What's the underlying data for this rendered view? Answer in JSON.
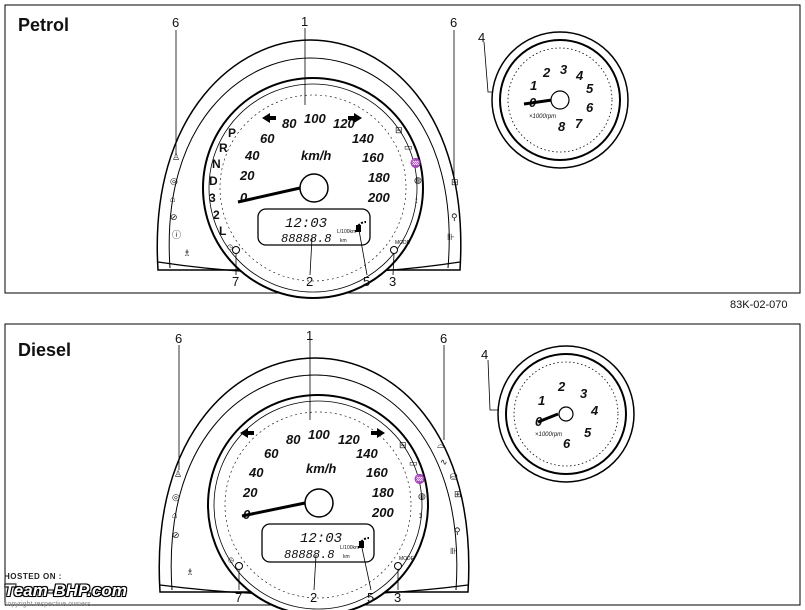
{
  "figure_code": "83K-02-070",
  "panels": [
    {
      "title": "Petrol",
      "callouts": [
        "1",
        "2",
        "3",
        "4",
        "5",
        "6",
        "6",
        "7"
      ],
      "speed_ticks": [
        "0",
        "20",
        "40",
        "60",
        "80",
        "100",
        "120",
        "140",
        "160",
        "180",
        "200"
      ],
      "unit": "km/h",
      "gears": [
        "P",
        "R",
        "N",
        "D",
        "3",
        "2",
        "L"
      ],
      "lcd_clock": "12:03",
      "lcd_odo": "88888.8",
      "lcd_unit_odo": "km",
      "lcd_unit_fuel": "L/100km",
      "mode_label": "MODE",
      "tacho_ticks": [
        "0",
        "1",
        "2",
        "3",
        "4",
        "5",
        "6",
        "7",
        "8"
      ],
      "tacho_unit": "×1000rpm"
    },
    {
      "title": "Diesel",
      "callouts": [
        "1",
        "2",
        "3",
        "4",
        "5",
        "6",
        "6",
        "7"
      ],
      "speed_ticks": [
        "0",
        "20",
        "40",
        "60",
        "80",
        "100",
        "120",
        "140",
        "160",
        "180",
        "200"
      ],
      "unit": "km/h",
      "lcd_clock": "12:03",
      "lcd_odo": "88888.8",
      "lcd_unit_odo": "km",
      "lcd_unit_fuel": "L/100km",
      "mode_label": "MODE",
      "tacho_ticks": [
        "0",
        "1",
        "2",
        "3",
        "4",
        "5",
        "6"
      ],
      "tacho_unit": "×1000rpm"
    }
  ],
  "watermark": {
    "hosted": "HOSTED ON :",
    "brand": "Team-BHP.com",
    "copyright": "copyright respective owners"
  },
  "icons": [
    "seatbelt-icon",
    "abs-icon",
    "engine-icon",
    "airbag-icon",
    "brake-icon",
    "headlight-icon",
    "battery-icon",
    "oil-icon",
    "door-icon",
    "fuel-icon",
    "immobilizer-icon",
    "power-steering-icon",
    "fog-icon",
    "glow-plug-icon"
  ]
}
